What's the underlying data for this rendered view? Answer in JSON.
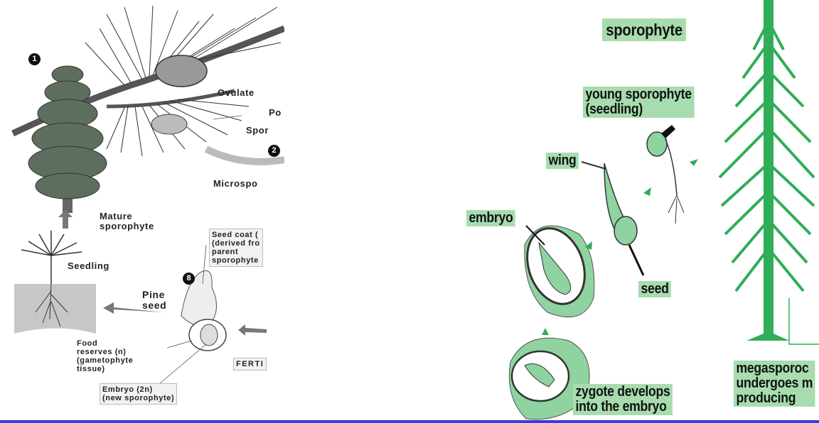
{
  "left_diagram": {
    "step_numbers": [
      "1",
      "2",
      "8"
    ],
    "labels": {
      "ovulate": "Ovulate",
      "pollen": "Po",
      "sporophyll": "Spor",
      "microsporangia": "Microspo",
      "mature_sporophyte": "Mature\nsporophyte",
      "seedling": "Seedling",
      "seed_coat": "Seed coat (\n(derived fro\nparent\nsporophyte",
      "pine_seed": "Pine\nseed",
      "food_reserves": "Food\nreserves (n)\n(gametophyte\ntissue)",
      "embryo": "Embryo (2n)\n(new sporophyte)",
      "fertilization": "FERTI"
    }
  },
  "right_diagram": {
    "labels": {
      "sporophyte": "sporophyte",
      "young_sporophyte": "young sporophyte\n(seedling)",
      "wing": "wing",
      "embryo": "embryo",
      "seed": "seed",
      "zygote": "zygote develops\ninto the embryo",
      "megasporocyte": "megasporoc\nundergoes m\nproducing"
    },
    "colors": {
      "label_bg": "#a7dcae",
      "plant_green": "#2fae57",
      "tissue_green": "#8fd3a0"
    }
  }
}
